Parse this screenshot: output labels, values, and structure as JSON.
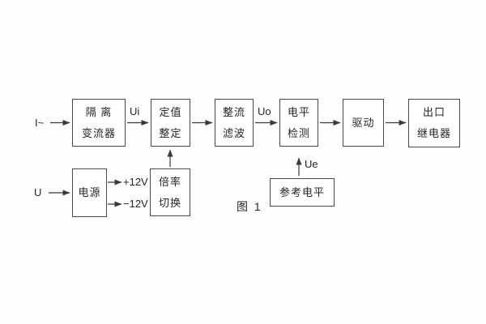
{
  "figure": {
    "caption": "图 1"
  },
  "colors": {
    "background": "#fdfdfd",
    "line": "#3a3a3a",
    "border": "#4a4a4a",
    "text": "#262626"
  },
  "blocks": {
    "isolation_transformer": {
      "line1": "隔 离",
      "line2": "变流器"
    },
    "setpoint_adjust": {
      "line1": "定值",
      "line2": "整定"
    },
    "rectify_filter": {
      "line1": "整流",
      "line2": "滤波"
    },
    "level_detect": {
      "line1": "电平",
      "line2": "检测"
    },
    "drive": {
      "line1": "驱动"
    },
    "output_relay": {
      "line1": "出口",
      "line2": "继电器"
    },
    "power_supply": {
      "line1": "电源"
    },
    "ratio_switch": {
      "line1": "倍率",
      "line2": "切换"
    },
    "reference_level": {
      "line1": "参考电平"
    }
  },
  "labels": {
    "input_current": "I~",
    "signal_ui": "Ui",
    "signal_uo": "Uo",
    "signal_ue": "Ue",
    "input_voltage": "U",
    "rail_plus_12v": "+12V",
    "rail_minus_12v": "−12V"
  }
}
